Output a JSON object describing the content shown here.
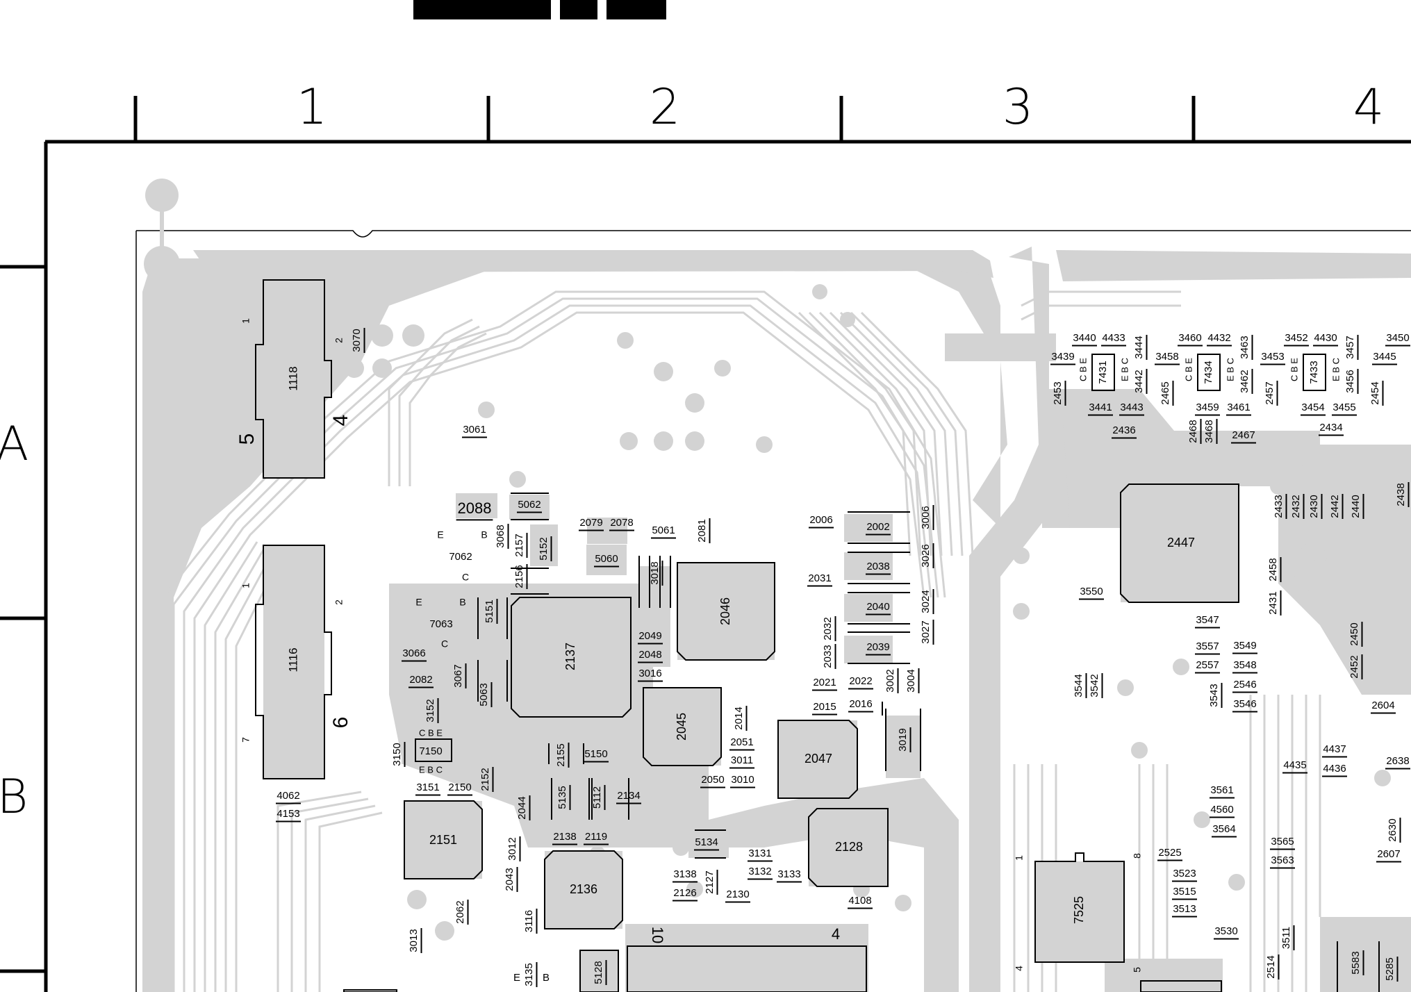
{
  "title_bar": [
    "",
    "",
    ""
  ],
  "grid": {
    "columns": [
      "1",
      "2",
      "3",
      "4"
    ],
    "rows": [
      "A",
      "B"
    ]
  },
  "connectors": [
    {
      "ref": "1118",
      "pins": [
        "1",
        "2",
        "4",
        "5"
      ]
    },
    {
      "ref": "1116",
      "pins": [
        "1",
        "2",
        "6",
        "7"
      ]
    }
  ],
  "ics": [
    {
      "ref": "2137"
    },
    {
      "ref": "2447"
    },
    {
      "ref": "2151"
    },
    {
      "ref": "2136"
    },
    {
      "ref": "2128"
    },
    {
      "ref": "2047"
    },
    {
      "ref": "2046"
    },
    {
      "ref": "2045"
    },
    {
      "ref": "7525",
      "pins": [
        "1",
        "8",
        "4",
        "5"
      ]
    }
  ],
  "transistors": [
    {
      "ref": "7062",
      "pins": [
        "E",
        "B",
        "C"
      ]
    },
    {
      "ref": "7063",
      "pins": [
        "E",
        "B",
        "C"
      ]
    },
    {
      "ref": "7150",
      "pins": [
        "C B E",
        "E B C"
      ]
    },
    {
      "ref": "7431",
      "pins": [
        "C B E",
        "E B C"
      ]
    },
    {
      "ref": "7434",
      "pins": [
        "C B E",
        "E B C"
      ]
    },
    {
      "ref": "7433",
      "pins": [
        "C B E",
        "E B C"
      ]
    }
  ],
  "part_labels": [
    "3070",
    "3061",
    "2088",
    "5062",
    "3068",
    "2157",
    "5152",
    "2079",
    "2078",
    "5061",
    "2081",
    "5060",
    "2156",
    "3018",
    "5151",
    "3066",
    "3067",
    "2082",
    "5063",
    "3152",
    "3150",
    "3151",
    "2150",
    "2152",
    "4062",
    "4153",
    "2155",
    "5150",
    "5135",
    "5112",
    "2134",
    "2044",
    "2138",
    "2119",
    "5134",
    "3012",
    "2043",
    "3138",
    "2127",
    "2126",
    "2130",
    "3131",
    "3132",
    "3133",
    "4108",
    "2062",
    "3013",
    "3116",
    "3135",
    "5128",
    "2049",
    "2048",
    "3016",
    "2014",
    "2051",
    "3011",
    "2050",
    "3010",
    "2006",
    "2002",
    "3006",
    "2038",
    "3026",
    "2031",
    "2040",
    "3024",
    "2032",
    "2033",
    "2039",
    "3027",
    "2021",
    "2022",
    "3002",
    "3004",
    "2015",
    "2016",
    "3019",
    "3440",
    "4433",
    "3444",
    "3439",
    "2453",
    "3441",
    "3443",
    "3442",
    "2436",
    "3460",
    "4432",
    "3463",
    "3458",
    "2465",
    "3459",
    "3461",
    "3462",
    "2468",
    "3468",
    "2467",
    "3452",
    "4430",
    "3457",
    "3453",
    "2457",
    "3454",
    "3455",
    "3456",
    "2434",
    "3450",
    "3445",
    "2454",
    "2433",
    "2432",
    "2430",
    "2442",
    "2440",
    "2438",
    "3550",
    "2431",
    "2458",
    "3547",
    "3557",
    "3549",
    "2557",
    "3548",
    "3544",
    "3542",
    "3543",
    "2546",
    "3546",
    "2450",
    "2452",
    "2604",
    "4437",
    "4435",
    "4436",
    "2638",
    "3561",
    "4560",
    "3564",
    "3565",
    "3563",
    "2525",
    "3523",
    "3515",
    "3513",
    "3530",
    "3511",
    "2514",
    "2630",
    "2607",
    "5583",
    "5285"
  ],
  "misc_marks": [
    "E",
    "B",
    "C",
    "10",
    "1",
    "4",
    "5",
    "8"
  ]
}
